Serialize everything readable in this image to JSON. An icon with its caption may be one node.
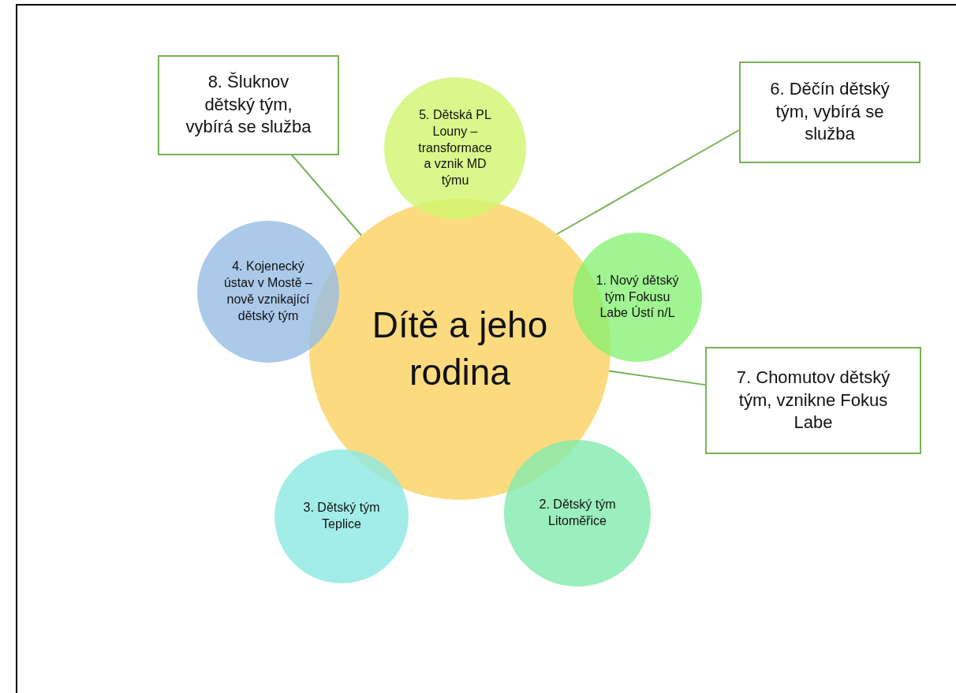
{
  "diagram": {
    "nodes": [
      {
        "text": [
          "8. Šluknov dětský tým, vybírá se služba"
        ]
      },
      {
        "text": [
          "5. Dětská PL Louny – transformace a vznik MD týmu"
        ]
      },
      {
        "text": [
          "6. Děčín dětský tým, vybírá se služba"
        ]
      },
      {
        "text": [
          "4. Kojenecký ústav v Mostě – nově vznikající dětský tým"
        ]
      },
      {
        "text": [
          "1. Nový dětský tým Fokusu Labe Ústí n/L"
        ]
      },
      {
        "text": [
          "Dítě a jeho rodina"
        ]
      },
      {
        "text": [
          "7. Chomutov dětský tým, vznikne Fokus Labe"
        ]
      },
      {
        "text": [
          "3. Dětský tým Teplice"
        ]
      },
      {
        "text": [
          "2. Dětský tým Litoměřice"
        ]
      }
    ],
    "edges": [
      {
        "from": 0,
        "to": 5,
        "arrow": "none"
      },
      {
        "from": 2,
        "to": 5,
        "arrow": "none"
      },
      {
        "from": 6,
        "to": 5,
        "arrow": "none"
      }
    ]
  }
}
